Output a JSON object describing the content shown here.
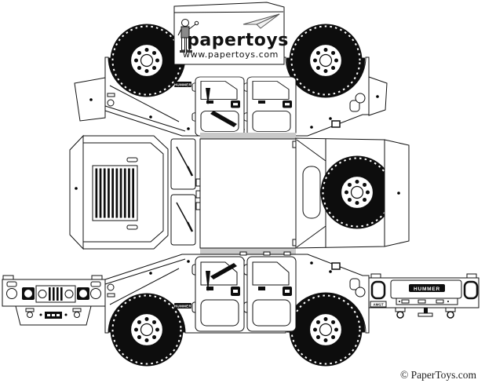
{
  "page": {
    "background": "#ffffff",
    "description": "HUMMER paper model cut-out sheet"
  },
  "logo_box": {
    "brand": "papertoys",
    "website": "www.papertoys.com",
    "mascot_icon": "man-presenting",
    "plane_icon": "paper-airplane"
  },
  "model": {
    "side_badge_top": "HUMMER",
    "side_badge_bottom": "HUMMER",
    "tailgate_badge": "HUMMER",
    "rear_plate_badge": "AMGT"
  },
  "footer": {
    "copyright": "© PaperToys.com"
  },
  "colors": {
    "line": "#111111",
    "paper": "#ffffff",
    "tire_black": "#0d0d0d",
    "fold_shade": "#c9c9c9"
  }
}
